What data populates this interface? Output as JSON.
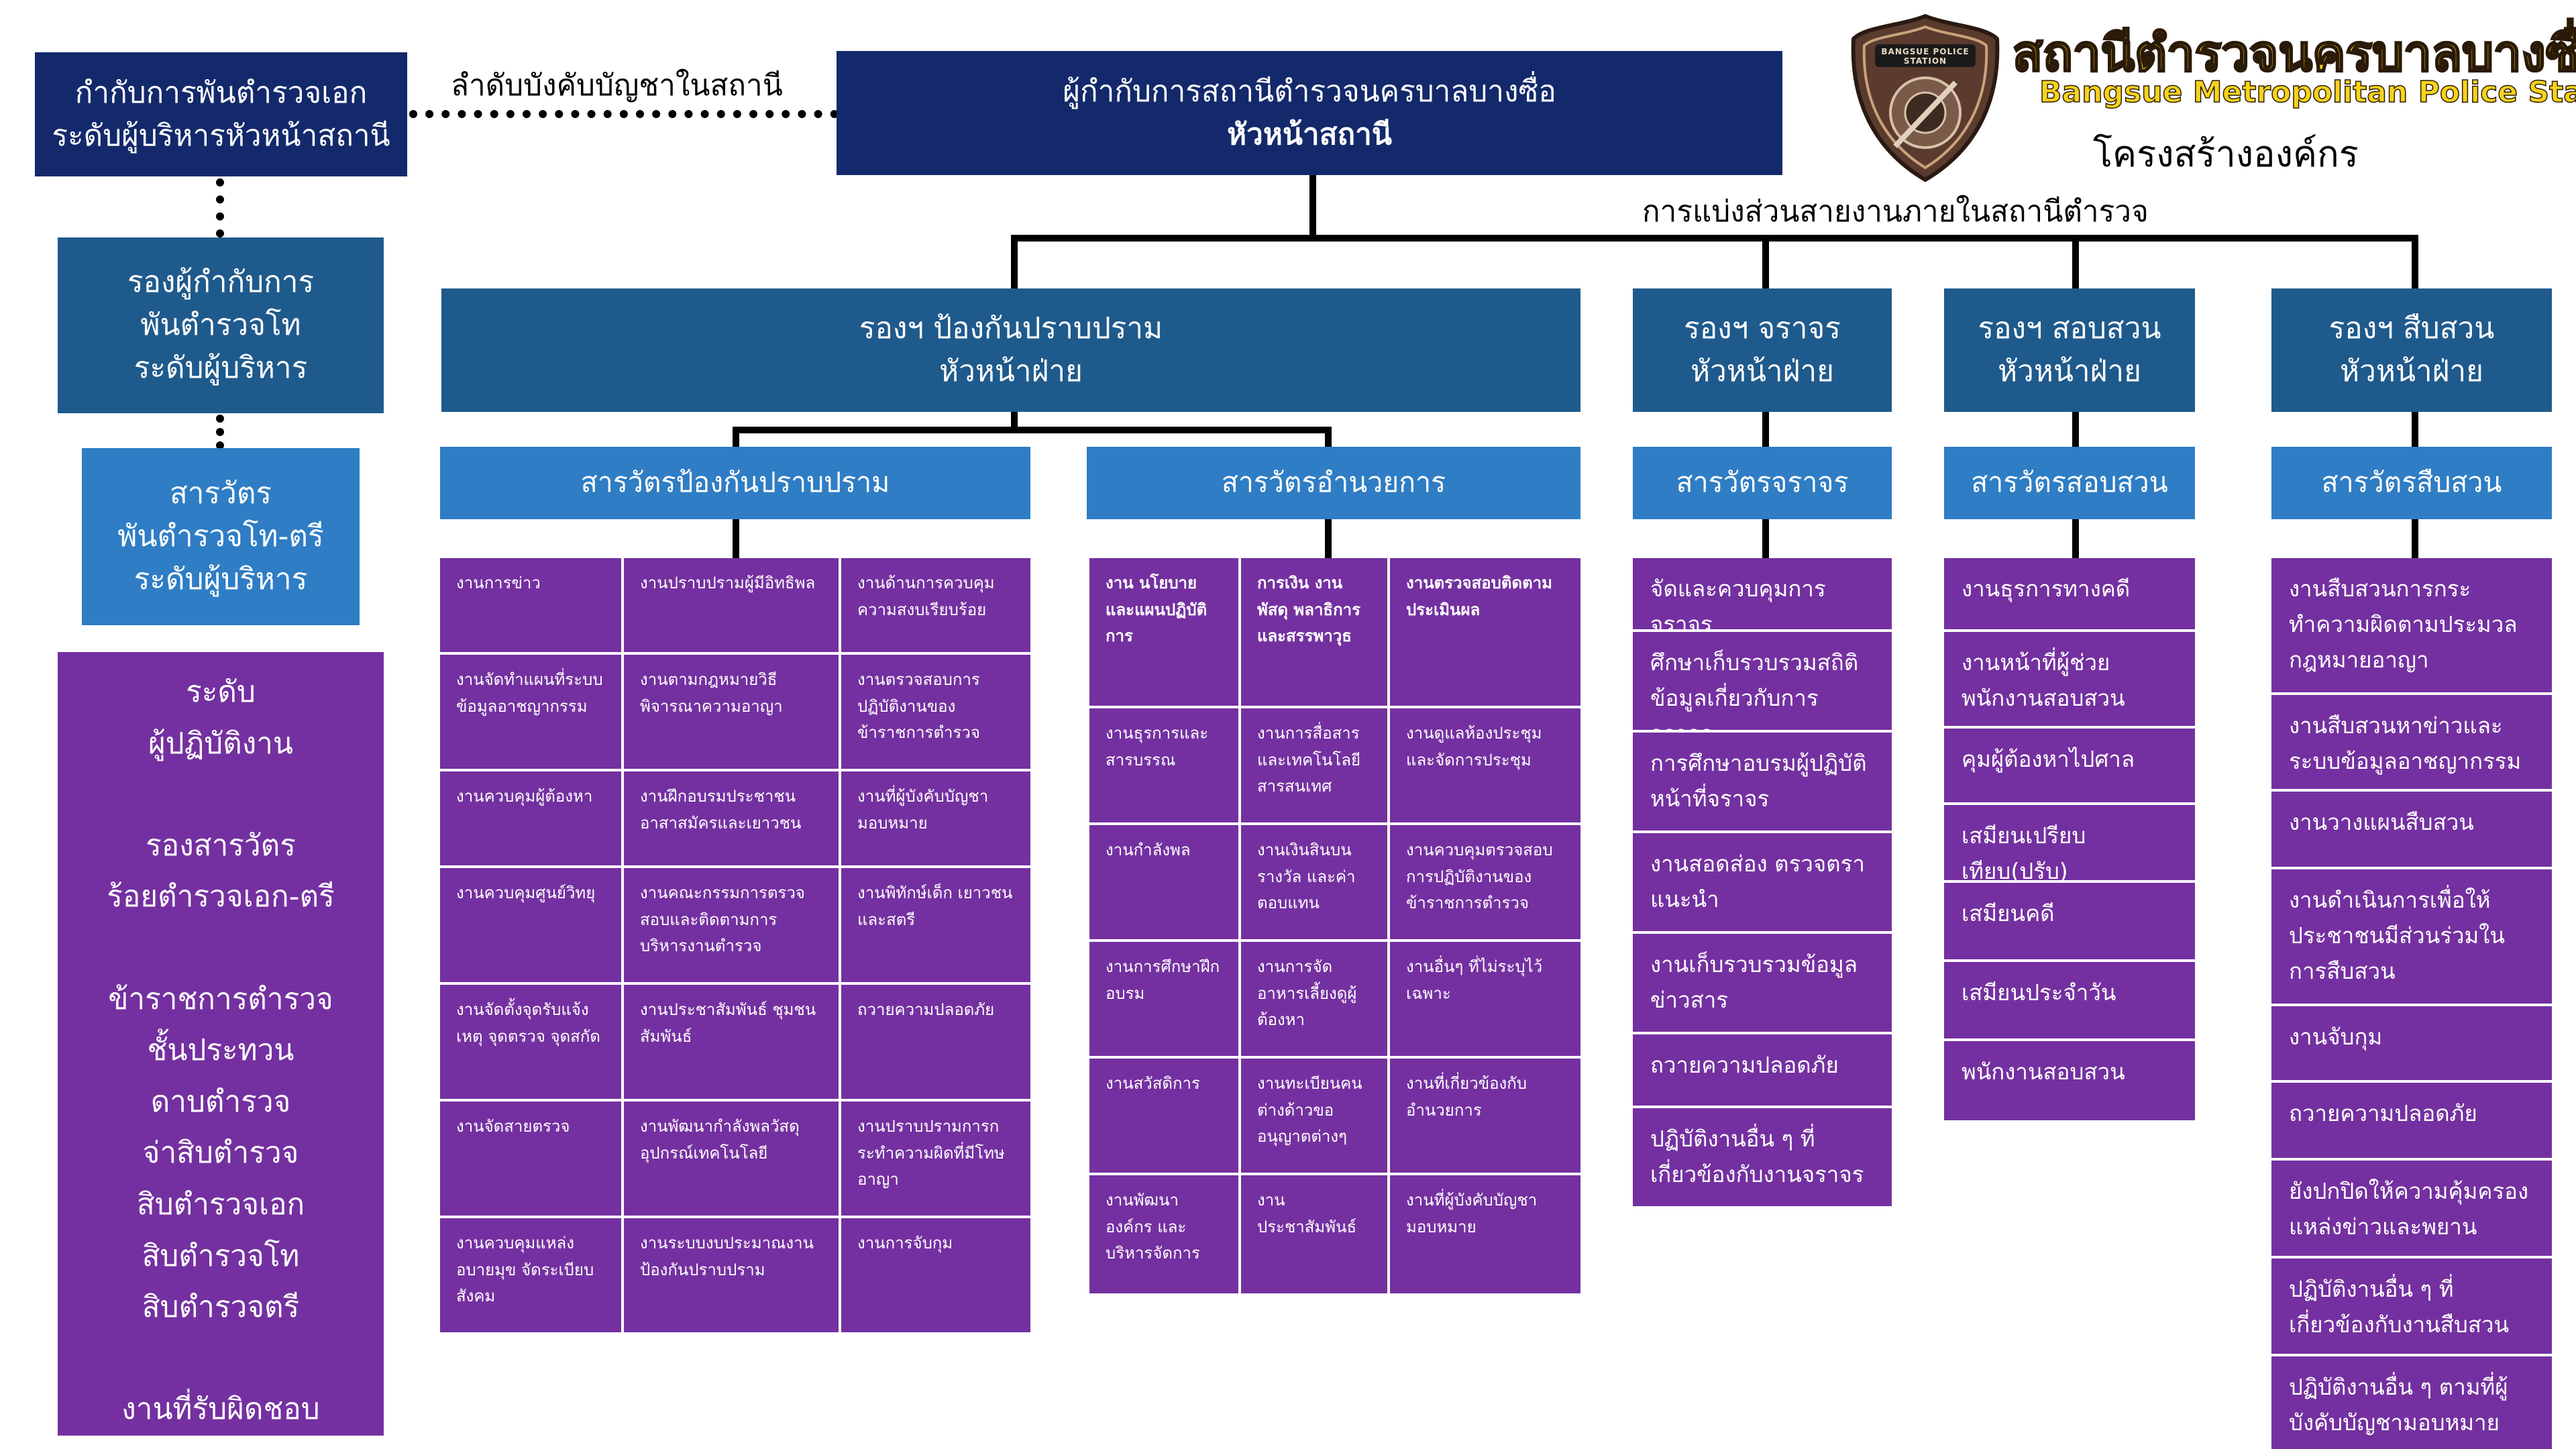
{
  "header": {
    "station_name_th": "สถานีตำรวจนครบาลบางซื่อ",
    "station_name_en": "Bangsue Metropolitan Police Station",
    "subtitle": "โครงสร้างองค์กร",
    "logo_text": "BANGSUE POLICE STATION",
    "colors": {
      "title_fill": "#f7d21b",
      "title_outline": "#2a1a08",
      "logo_brown": "#5a3b2e",
      "navy": "#13296b",
      "steel": "#1f5a8c",
      "blue": "#2f7dc4",
      "purple": "#7430a0"
    }
  },
  "labels": {
    "command_line": "ลำดับบังคับบัญชาในสถานี",
    "division_line": "การแบ่งส่วนสายงานภายในสถานีตำรวจ"
  },
  "chief": {
    "line1": "ผู้กำกับการสถานีตำรวจนครบาลบางซื่อ",
    "line2": "หัวหน้าสถานี"
  },
  "ranks": {
    "superintendent": [
      "กำกับการพันตำรวจเอก",
      "ระดับผู้บริหารหัวหน้าสถานี"
    ],
    "deputy": [
      "รองผู้กำกับการ",
      "พันตำรวจโท",
      "ระดับผู้บริหาร"
    ],
    "inspector": [
      "สารวัตร",
      "พันตำรวจโท-ตรี",
      "ระดับผู้บริหาร"
    ],
    "operational": [
      "ระดับ",
      "ผู้ปฏิบัติงาน",
      "",
      "รองสารวัตร",
      "ร้อยตำรวจเอก-ตรี",
      "",
      "ข้าราชการตำรวจ",
      "ชั้นประทวน",
      "ดาบตำรวจ",
      "จ่าสิบตำรวจ",
      "สิบตำรวจเอก",
      "สิบตำรวจโท",
      "สิบตำรวจตรี",
      "",
      "งานที่รับผิดชอบ"
    ]
  },
  "divisions": [
    {
      "title": "รองฯ ป้องกันปราบปราม",
      "sub": "หัวหน้าฝ่าย"
    },
    {
      "title": "รองฯ จราจร",
      "sub": "หัวหน้าฝ่าย"
    },
    {
      "title": "รองฯ สอบสวน",
      "sub": "หัวหน้าฝ่าย"
    },
    {
      "title": "รองฯ สืบสวน",
      "sub": "หัวหน้าฝ่าย"
    }
  ],
  "inspectors": [
    "สารวัตรป้องกันปราบปราม",
    "สารวัตรอำนวยการ",
    "สารวัตรจราจร",
    "สารวัตรสอบสวน",
    "สารวัตรสืบสวน"
  ],
  "prevention_tasks": [
    [
      "งานการข่าว",
      "งานปราบปรามผู้มีอิทธิพล",
      "งานด้านการควบคุมความสงบเรียบร้อย"
    ],
    [
      "งานจัดทำแผนที่ระบบข้อมูลอาชญากรรม",
      "งานตามกฎหมายวิธีพิจารณาความอาญา",
      "งานตรวจสอบการปฏิบัติงานของข้าราชการตำรวจ"
    ],
    [
      "งานควบคุมผู้ต้องหา",
      "งานฝึกอบรมประชาชนอาสาสมัครและเยาวชน",
      "งานที่ผู้บังคับบัญชามอบหมาย"
    ],
    [
      "งานควบคุมศูนย์วิทยุ",
      "งานคณะกรรมการตรวจสอบและติดตามการบริหารงานตำรวจ",
      "งานพิทักษ์เด็ก เยาวชน และสตรี"
    ],
    [
      "งานจัดตั้งจุดรับแจ้งเหตุ จุดตรวจ จุดสกัด",
      "งานประชาสัมพันธ์ ชุมชนสัมพันธ์",
      "ถวายความปลอดภัย"
    ],
    [
      "งานจัดสายตรวจ",
      "งานพัฒนากำลังพลวัสดุอุปกรณ์เทคโนโลยี",
      "งานปราบปรามการกระทำความผิดที่มีโทษอาญา"
    ],
    [
      "งานควบคุมแหล่งอบายมุข จัดระเบียบสังคม",
      "งานระบบงบประมาณงานป้องกันปราบปราม",
      "งานการจับกุม"
    ]
  ],
  "admin_tasks": [
    [
      "งาน นโยบายและแผนปฏิบัติการ",
      "การเงิน งานพัสดุ พลาธิการและสรรพาวุธ",
      "งานตรวจสอบติดตามประเมินผล"
    ],
    [
      "งานธุรการและสารบรรณ",
      "งานการสื่อสารและเทคโนโลยีสารสนเทศ",
      "งานดูแลห้องประชุมและจัดการประชุม"
    ],
    [
      "งานกำลังพล",
      "งานเงินสินบนรางวัล และค่าตอบแทน",
      "งานควบคุมตรวจสอบการปฏิบัติงานของข้าราชการตำรวจ"
    ],
    [
      "งานการศึกษาฝึกอบรม",
      "งานการจัดอาหารเลี้ยงดูผู้ต้องหา",
      "งานอื่นๆ ที่ไม่ระบุไว้เฉพาะ"
    ],
    [
      "งานสวัสดิการ",
      "งานทะเบียนคนต่างด้าวขออนุญาตต่างๆ",
      "งานที่เกี่ยวข้องกับอำนวยการ"
    ],
    [
      "งานพัฒนาองค์กร และบริหารจัดการ",
      "งานประชาสัมพันธ์",
      "งานที่ผู้บังคับบัญชามอบหมาย"
    ]
  ],
  "traffic_tasks": [
    "จัดและควบคุมการจราจร",
    "ศึกษาเก็บรวบรวมสถิติข้อมูลเกี่ยวกับการจราจร",
    "การศึกษาอบรมผู้ปฏิบัติหน้าที่จราจร",
    "งานสอดส่อง ตรวจตราแนะนำ",
    "งานเก็บรวบรวมข้อมูลข่าวสาร",
    "ถวายความปลอดภัย",
    "ปฏิบัติงานอื่น ๆ ที่เกี่ยวข้องกับงานจราจร"
  ],
  "inquiry_tasks": [
    "งานธุรการทางคดี",
    "งานหน้าที่ผู้ช่วยพนักงานสอบสวน",
    "คุมผู้ต้องหาไปศาล",
    "เสมียนเปรียบเทียบ(ปรับ)",
    "เสมียนคดี",
    "เสมียนประจำวัน",
    "พนักงานสอบสวน"
  ],
  "investigation_tasks": [
    "งานสืบสวนการกระทำความผิดตามประมวลกฎหมายอาญา",
    "งานสืบสวนหาข่าวและระบบข้อมูลอาชญากรรม",
    "งานวางแผนสืบสวน",
    "งานดำเนินการเพื่อให้ประชาชนมีส่วนร่วมในการสืบสวน",
    "งานจับกุม",
    "ถวายความปลอดภัย",
    "ยังปกปิดให้ความคุ้มครองแหล่งข่าวและพยาน",
    "ปฏิบัติงานอื่น ๆ ที่เกี่ยวข้องกับงานสืบสวน",
    "ปฏิบัติงานอื่น ๆ ตามที่ผู้บังคับบัญชามอบหมาย"
  ]
}
